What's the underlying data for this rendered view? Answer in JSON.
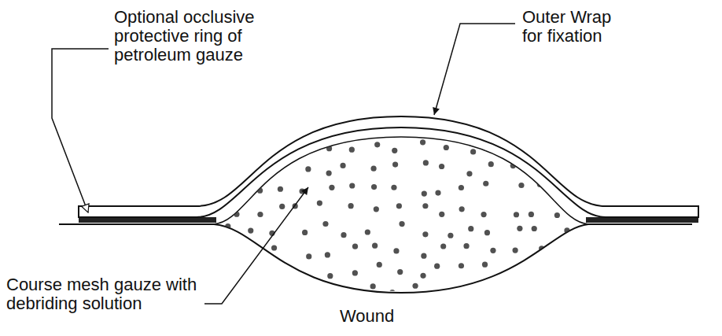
{
  "diagram": {
    "labels": [
      "Optional occlusive protective ring of petroleum gauze",
      "Outer Wrap for fixation",
      "Course mesh gauze with debriding solution",
      "Wound"
    ]
  }
}
